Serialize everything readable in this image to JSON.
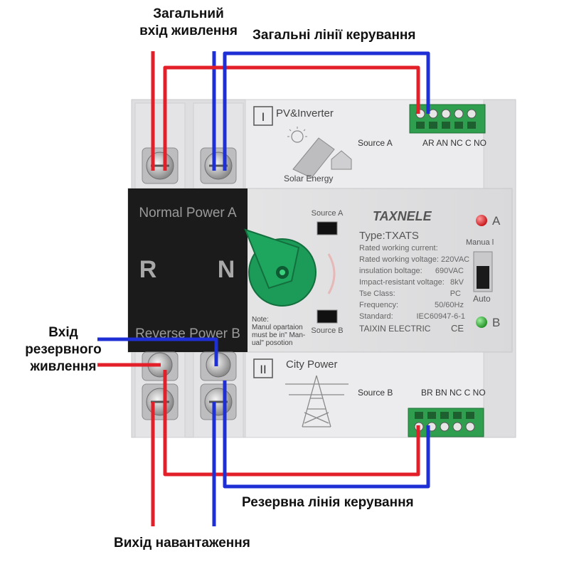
{
  "labels": {
    "main_input_line1": "Загальний",
    "main_input_line2": "вхід живлення",
    "main_control": "Загальні лінії керування",
    "backup_input_line1": "Вхід",
    "backup_input_line2": "резервного",
    "backup_input_line3": "живлення",
    "backup_control": "Резервна лінія керування",
    "load_output": "Вихід навантаження"
  },
  "device": {
    "brand": "TAXNELE",
    "type": "Type:TXATS",
    "rated_current": "Rated working current:",
    "rated_voltage": "Rated working voltage: 220VAC",
    "insulation_label": "insulation boltage:",
    "insulation_value": "690VAC",
    "impact_label": "Impact-resistant voltage:",
    "impact_value": "8kV",
    "class_label": "Tse  Class:",
    "class_value": "PC",
    "freq_label": "Frequency:",
    "freq_value": "50/60Hz",
    "std_label": "Standard:",
    "std_value": "IEC60947-6-1",
    "maker": "TAIXIN ELECTRIC",
    "ce": "CE",
    "normal_power": "Normal  Power  A",
    "reverse_power": "Reverse  Power  B",
    "phase_r": "R",
    "phase_n": "N",
    "source_a_window": "Source  A",
    "source_b_window": "Source  B",
    "note_1": "Note:",
    "note_2": "Manul opartaion",
    "note_3": "must be in\" Man-",
    "note_4": "ual\"   posotion",
    "indicator_a": "A",
    "indicator_b": "B",
    "manual_label": "Manua l",
    "auto_label": "Auto",
    "panel_top_numeral": "I",
    "panel_top_title": "PV&Inverter",
    "panel_top_sub": "Solar Energy",
    "panel_top_source": "Source A",
    "panel_top_terminals": "AR AN NC C NO",
    "panel_bot_numeral": "II",
    "panel_bot_title": "City  Power",
    "panel_bot_source": "Source B",
    "panel_bot_terminals": "BR BN NC C NO"
  },
  "colors": {
    "live_wire": "#e3202a",
    "neutral_wire": "#1f2fd6",
    "terminal_green": "#2f9e4f",
    "handle_green": "#1c9a57",
    "indicator_a": "#e31e24",
    "indicator_b": "#2aa52c"
  }
}
